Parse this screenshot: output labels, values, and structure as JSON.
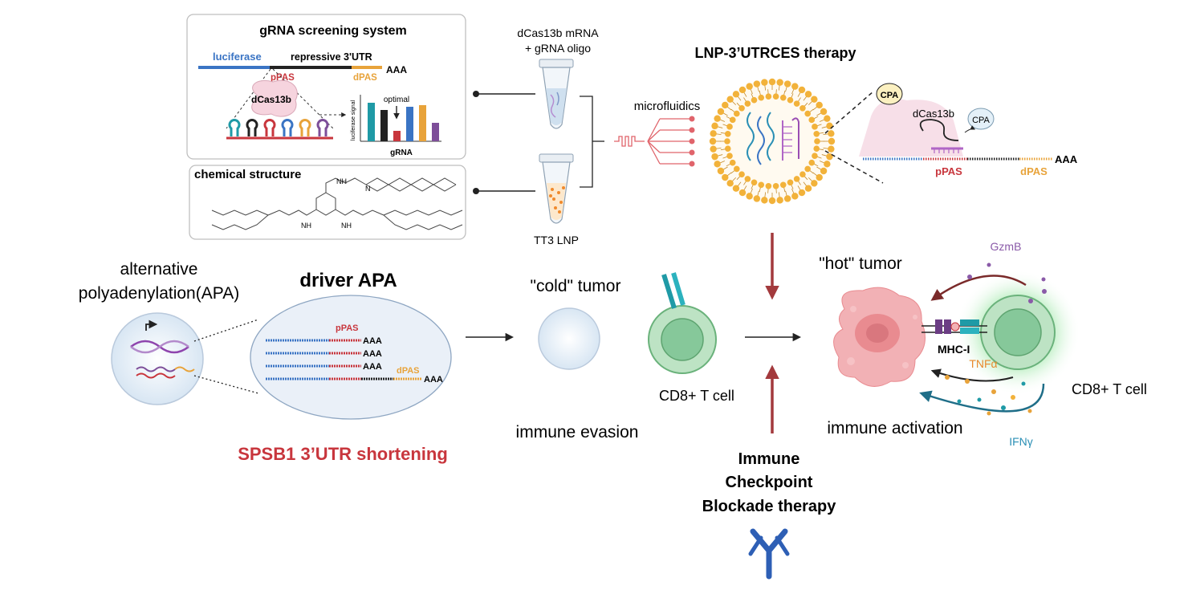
{
  "colors": {
    "blue_rna": "#3a74c4",
    "red_pas": "#c8363d",
    "orange_dpas": "#e8a33a",
    "dark_red_arrow": "#a33a3d",
    "teal_receptor": "#1f9aa6",
    "tcell_green": "#86c89a",
    "tumor_pink": "#e98b90",
    "lnp_orange": "#f2b23a",
    "purple": "#7d4e99",
    "ifn_teal": "#1f7e97",
    "antibody_blue": "#2e5fb5"
  },
  "screening": {
    "title": "gRNA screening system",
    "luciferase": "luciferase",
    "repressive_utr": "repressive 3'UTR",
    "aaa": "AAA",
    "ppas": "pPAS",
    "dpas": "dPAS",
    "dcas": "dCas13b",
    "optimal": "optimal",
    "ylabel": "luciferase signal",
    "xlabel": "gRNA"
  },
  "chem": {
    "title": "chemical structure",
    "nh1": "NH",
    "nh2": "NH",
    "nh3": "NH",
    "n": "N"
  },
  "tubes": {
    "top_label_1": "dCas13b mRNA",
    "top_label_2": "+ gRNA oligo",
    "bottom_label": "TT3 LNP"
  },
  "lnp": {
    "title": "LNP-3’UTRCES therapy",
    "microfluidics": "microfluidics",
    "cpa": "CPA",
    "dcas": "dCas13b",
    "aaa": "AAA",
    "ppas": "pPAS",
    "dpas": "dPAS"
  },
  "apa": {
    "title_1": "alternative",
    "title_2": "polyadenylation(APA)",
    "driver": "driver APA",
    "ppas": "pPAS",
    "dpas": "dPAS",
    "aaa": "AAA",
    "shortening": "SPSB1 3’UTR shortening"
  },
  "cold": {
    "title": "\"cold\" tumor",
    "tcell": "CD8+ T cell",
    "evasion": "immune evasion"
  },
  "hot": {
    "title": "\"hot\" tumor",
    "gzmb": "GzmB",
    "mhc": "MHC-I",
    "tnf": "TNFα",
    "ifn": "IFNγ",
    "tcell": "CD8+ T cell",
    "activation": "immune activation"
  },
  "icb": {
    "line1": "Immune",
    "line2": "Checkpoint",
    "line3": "Blockade therapy"
  }
}
